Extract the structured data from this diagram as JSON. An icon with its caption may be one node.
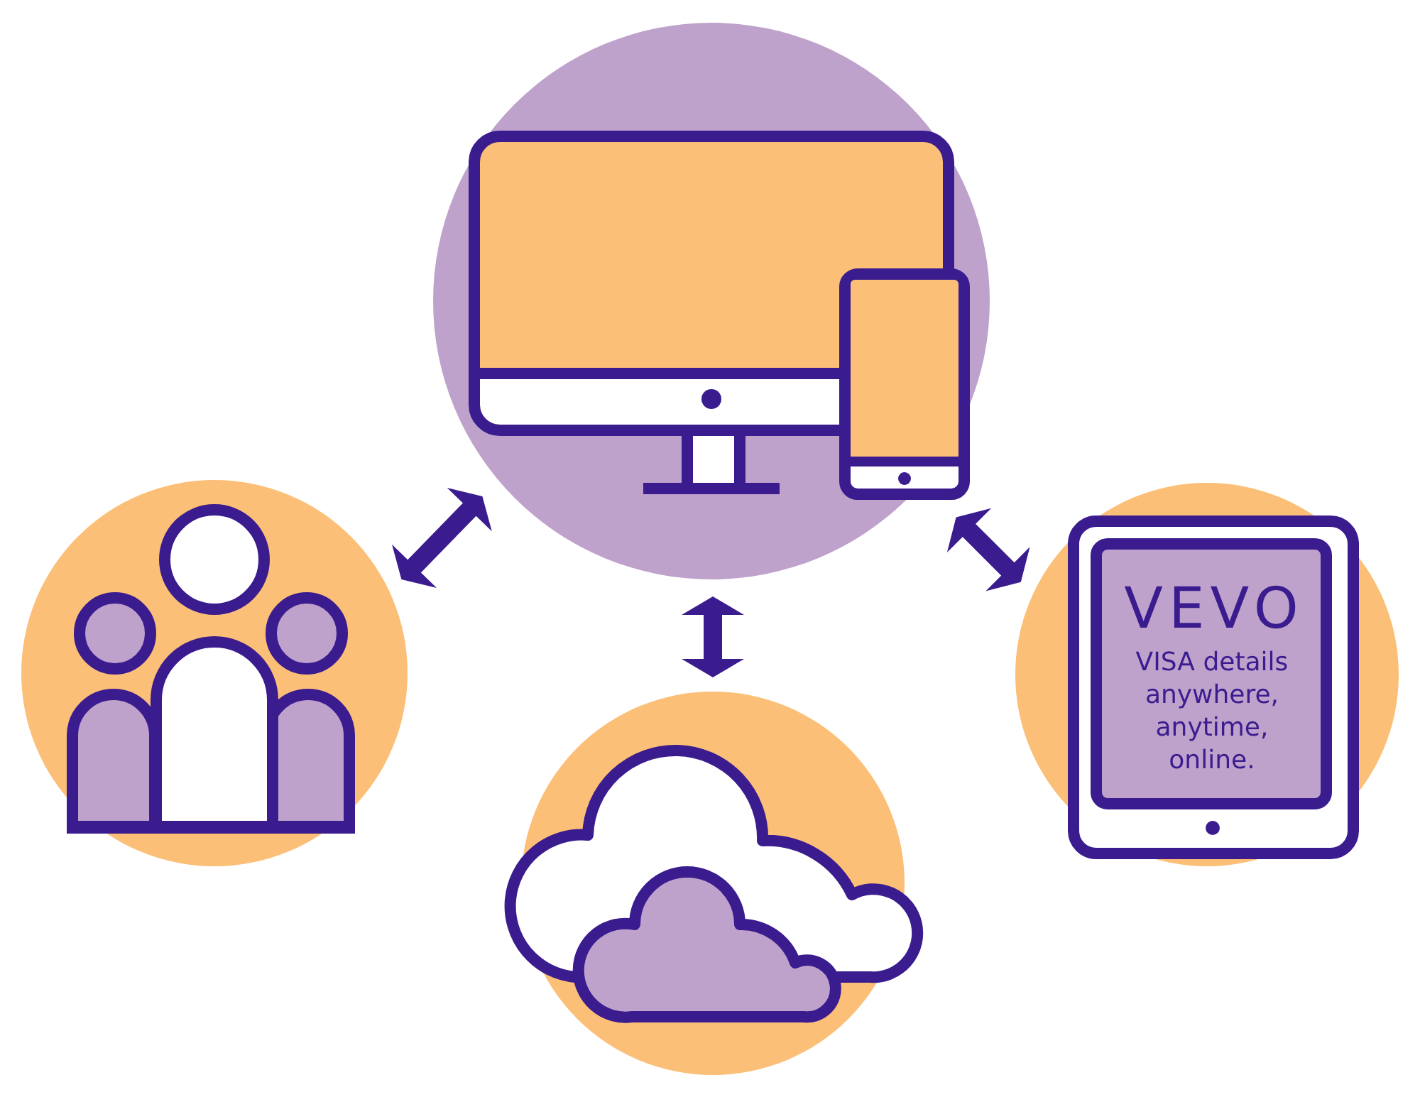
{
  "diagram": {
    "nodes": [
      {
        "text": [],
        "shape": "picture"
      },
      {
        "text": [],
        "shape": "person"
      },
      {
        "text": [],
        "shape": "cloud"
      },
      {
        "text": [
          "VEVO",
          "VISA details anywhere, anytime, online."
        ]
      }
    ],
    "edges": [
      {
        "from": 0,
        "to": 1,
        "arrow": "both"
      },
      {
        "from": 0,
        "to": 2,
        "arrow": "both"
      },
      {
        "from": 0,
        "to": 3,
        "arrow": "both"
      }
    ]
  }
}
